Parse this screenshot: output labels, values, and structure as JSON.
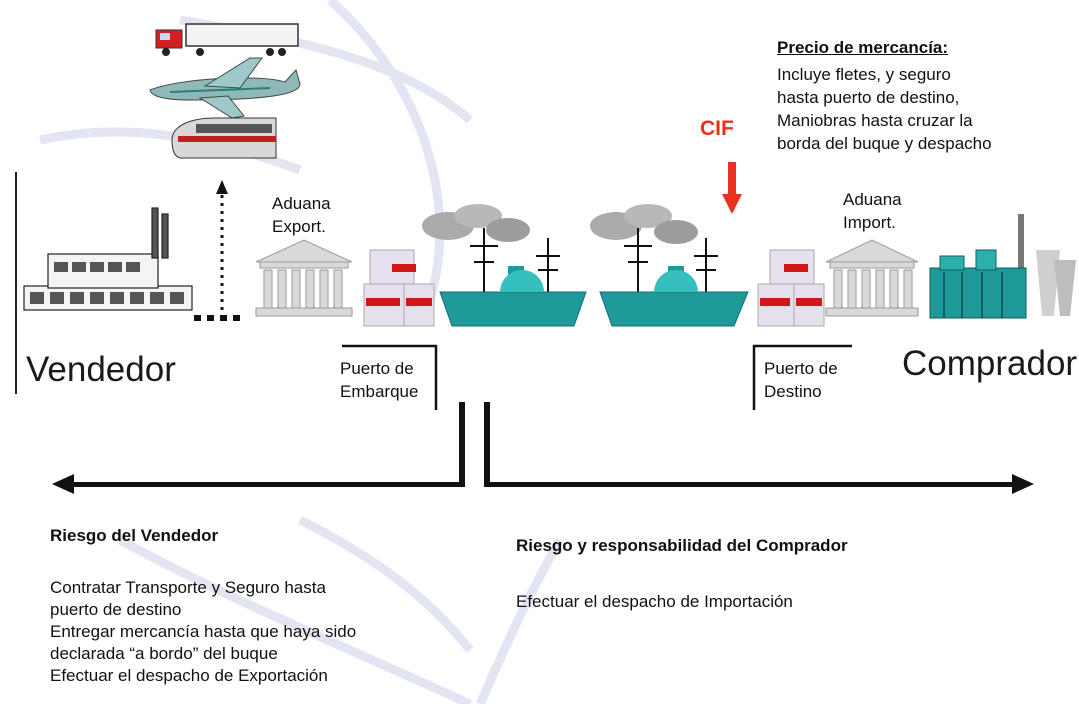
{
  "price": {
    "title": "Precio de mercancía:",
    "lines": [
      "Incluye fletes,  y seguro",
      "hasta puerto de destino,",
      "Maniobras hasta cruzar la",
      "borda del buque y despacho"
    ]
  },
  "cif_label": "CIF",
  "aduana_export": [
    "Aduana",
    "Export."
  ],
  "aduana_import": [
    "Aduana",
    "Import."
  ],
  "vendedor": "Vendedor",
  "comprador": "Comprador",
  "puerto_embarque": [
    "Puerto de",
    "Embarque"
  ],
  "puerto_destino": [
    "Puerto de",
    "Destino"
  ],
  "seller_risk": {
    "title": "Riesgo del Vendedor",
    "lines": [
      "Contratar Transporte y Seguro hasta",
      "puerto de destino",
      "Entregar mercancía hasta que haya sido",
      "declarada “a bordo” del buque",
      "Efectuar el despacho de Exportación"
    ]
  },
  "buyer_risk": {
    "title": "Riesgo y responsabilidad del Comprador",
    "lines": [
      "Efectuar el despacho de Importación"
    ]
  },
  "colors": {
    "cif": "#e8321f",
    "ship": "#1f9a9a",
    "box_red": "#d01818"
  }
}
